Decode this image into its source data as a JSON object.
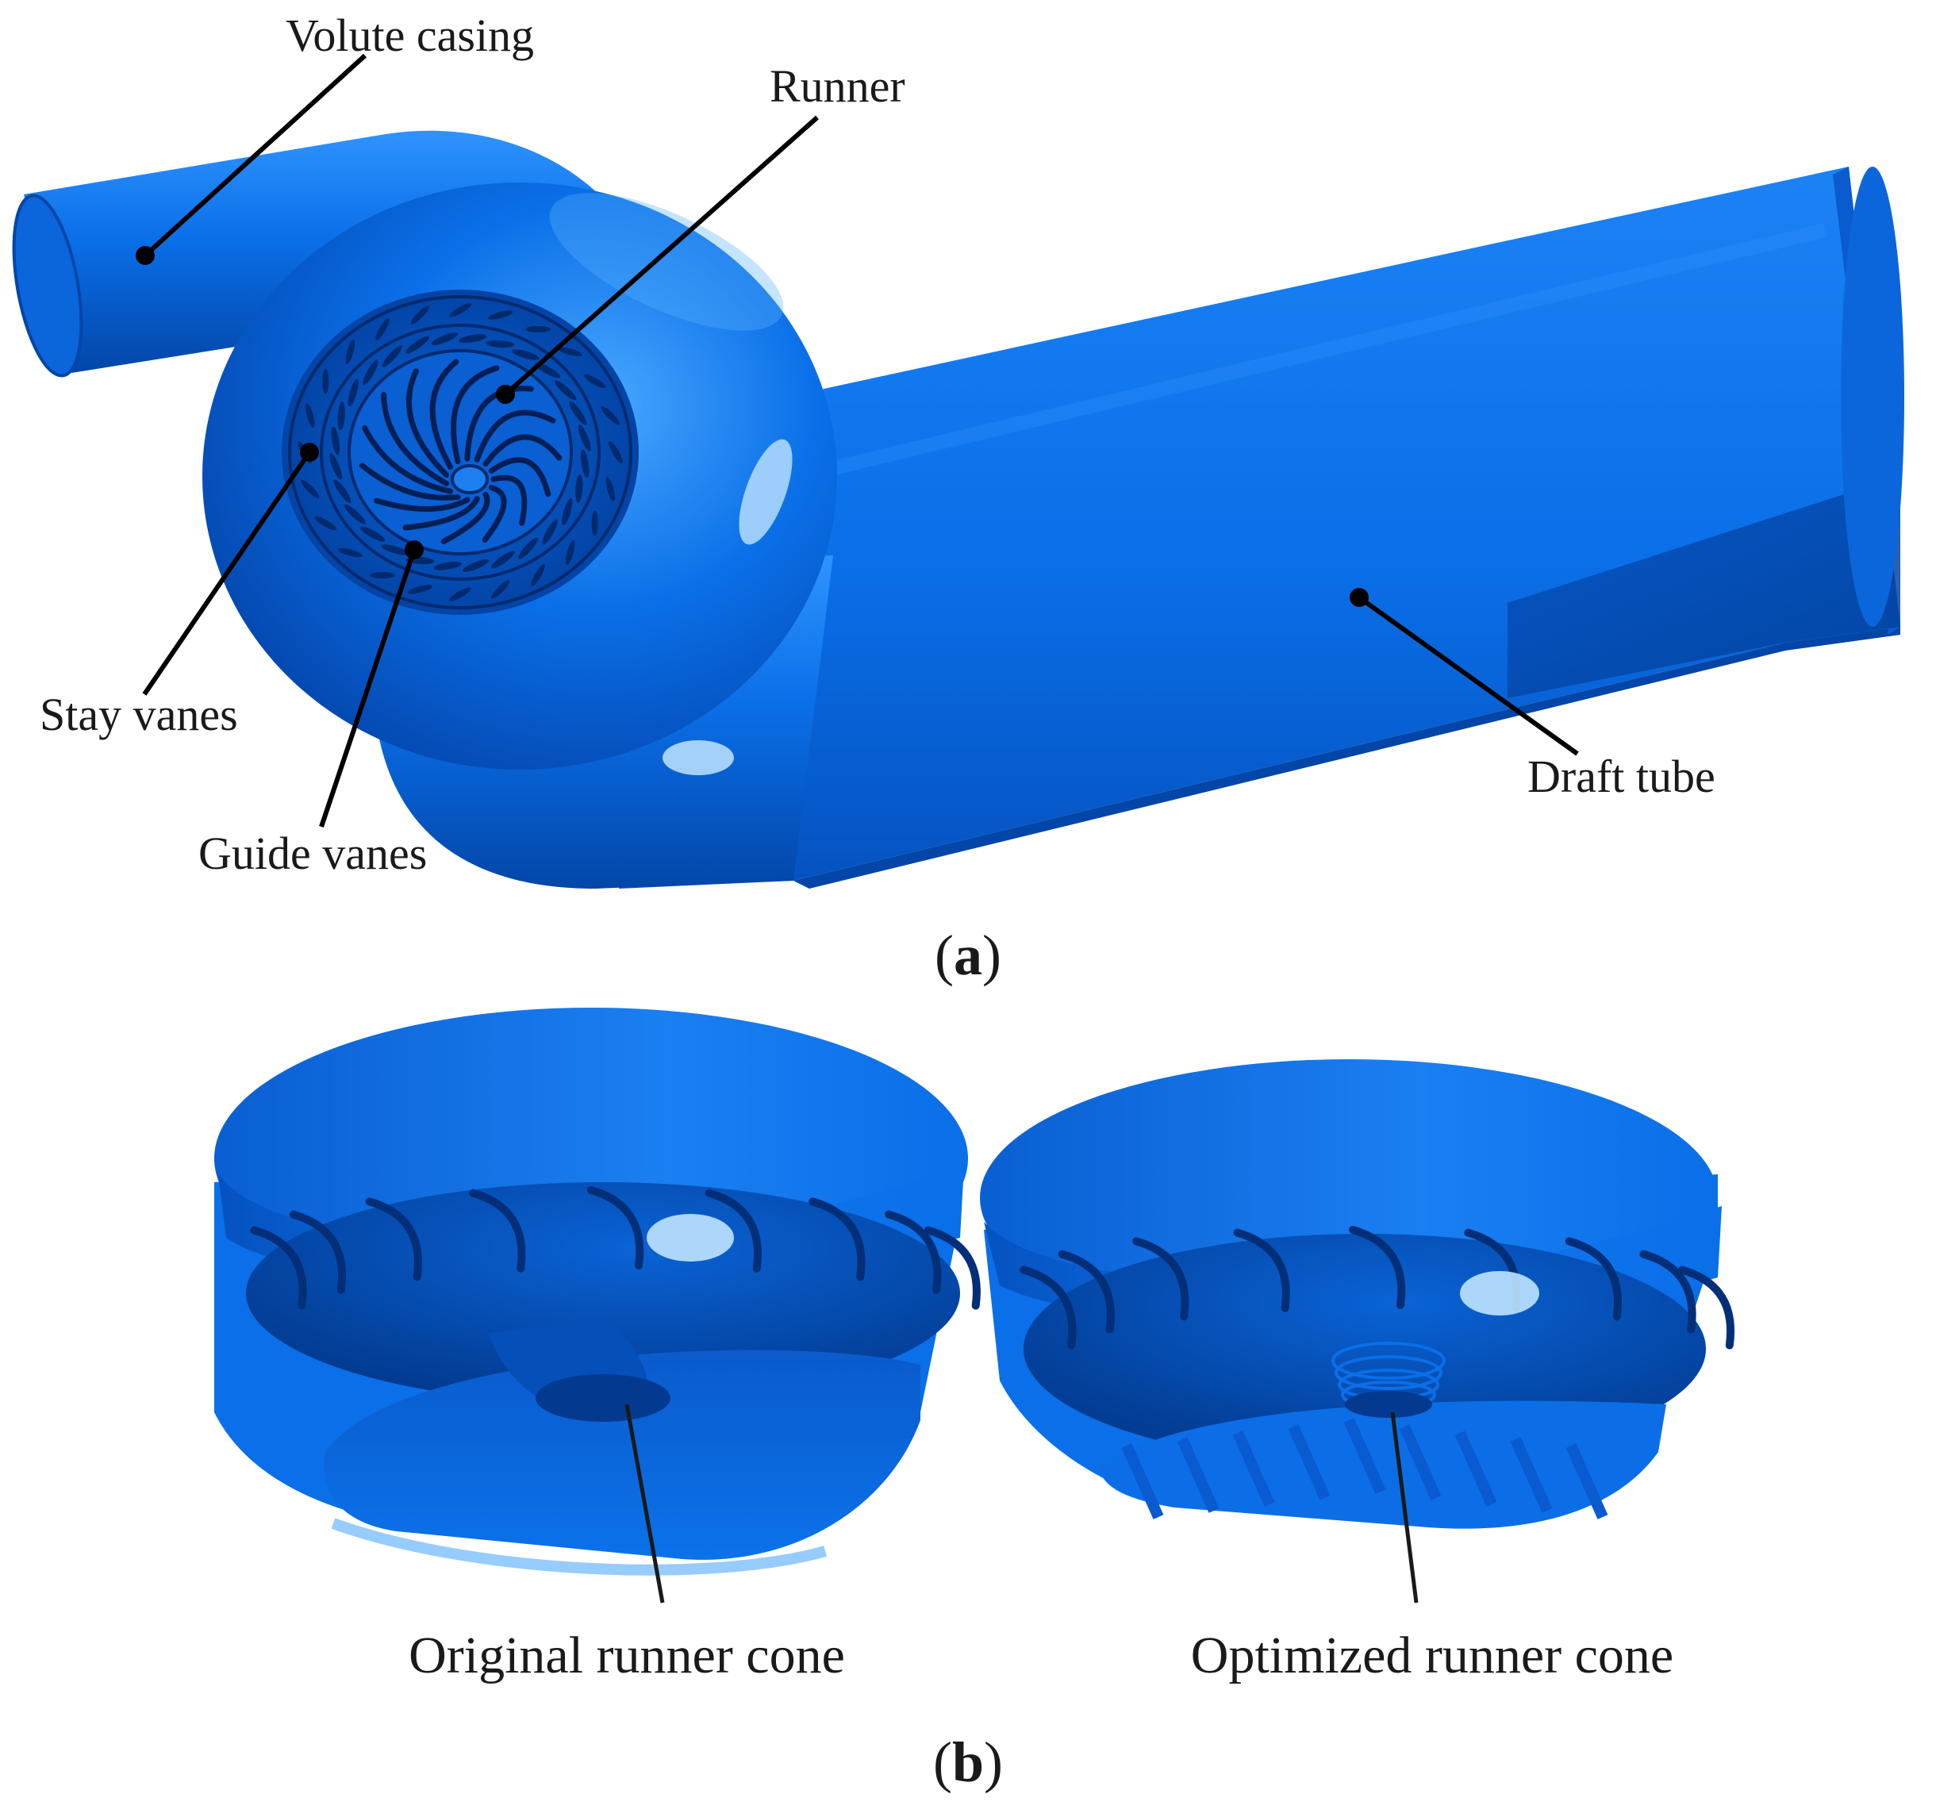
{
  "colors": {
    "body": "#0a6fe8",
    "highlight": "#3fa3ff",
    "shadow": "#0346a8",
    "dark": "#022f78",
    "leader": "#000000"
  },
  "panel_a": {
    "label_open": "(",
    "label_letter": "a",
    "label_close": ")",
    "callouts": {
      "volute_casing": "Volute casing",
      "runner": "Runner",
      "stay_vanes": "Stay vanes",
      "guide_vanes": "Guide vanes",
      "draft_tube": "Draft tube"
    }
  },
  "panel_b": {
    "label_open": "(",
    "label_letter": "b",
    "label_close": ")",
    "callouts": {
      "original_cone": "Original runner cone",
      "optimized_cone": "Optimized runner cone"
    }
  }
}
